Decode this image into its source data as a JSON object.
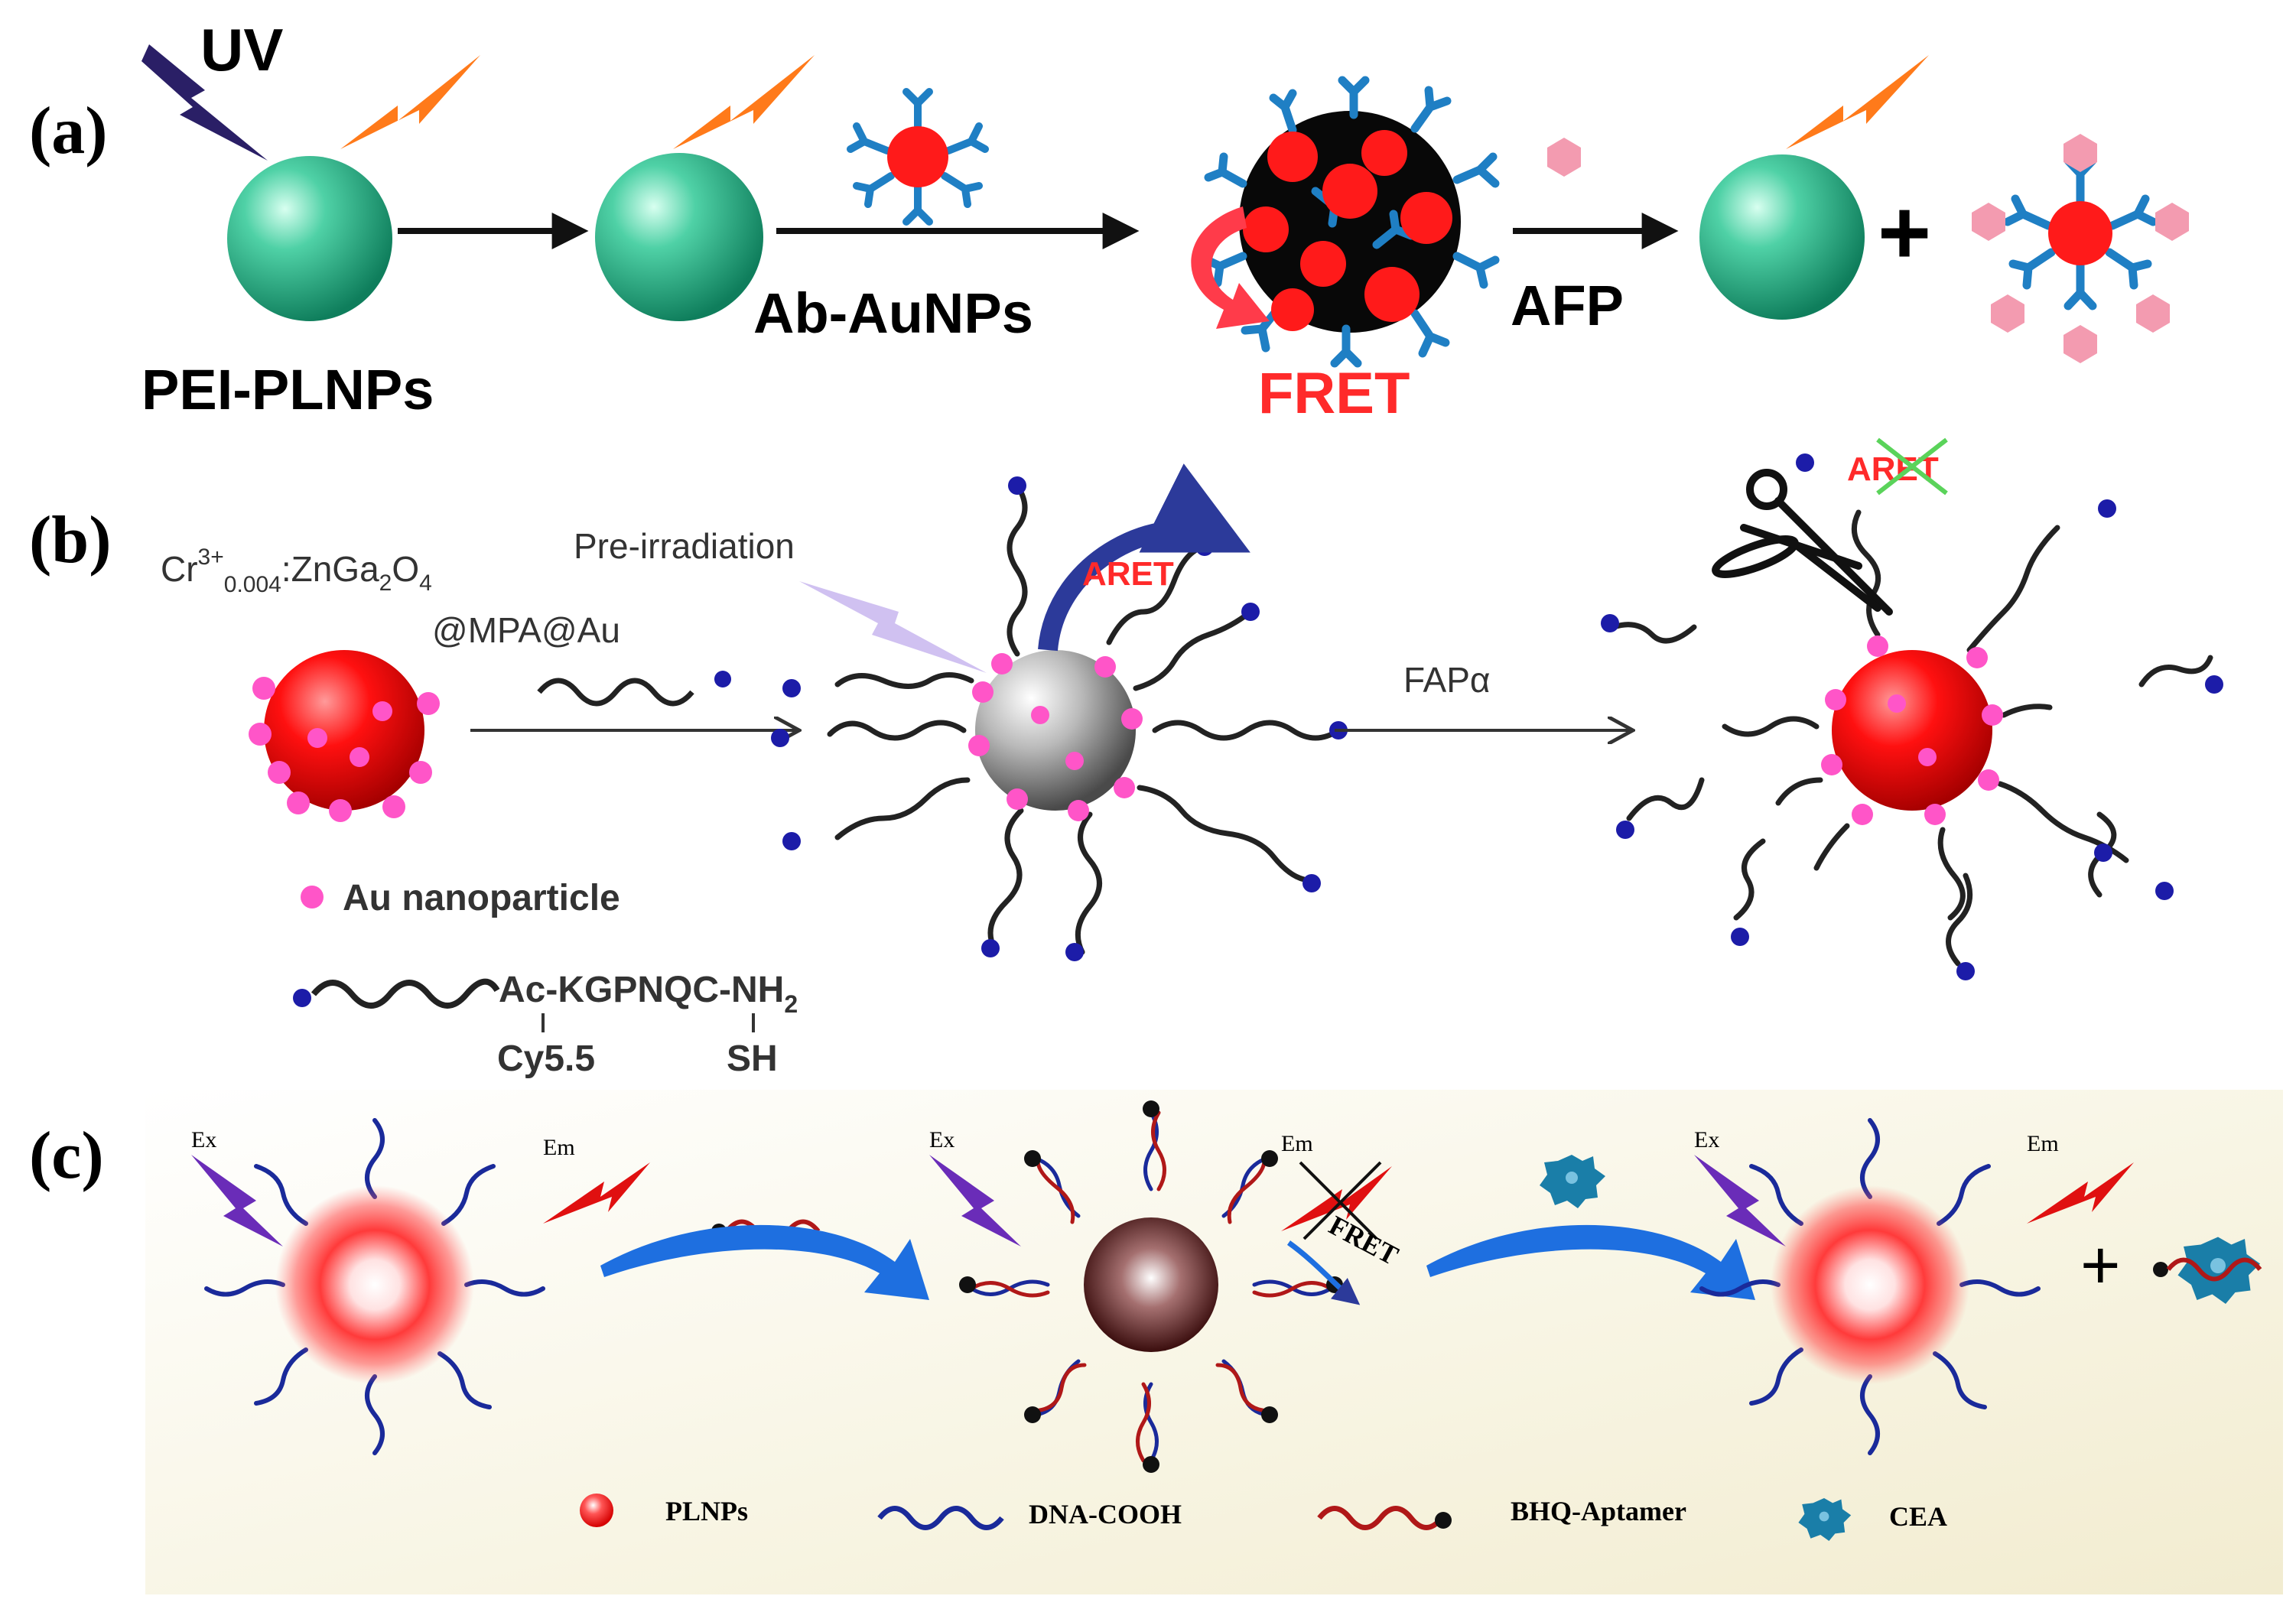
{
  "panels": {
    "a": {
      "label": "(a)",
      "uv": "UV",
      "pei_plnps": "PEI-PLNPs",
      "ab_aunps": "Ab-AuNPs",
      "fret": "FRET",
      "afp": "AFP",
      "plus": "+"
    },
    "b": {
      "label": "(b)",
      "formula_cr": "Cr",
      "formula_sup": "3+",
      "formula_sub": "0.004",
      "formula_rest": ":ZnGa",
      "formula_sub2": "2",
      "formula_o": "O",
      "formula_sub3": "4",
      "coating": "@MPA@Au",
      "pre_irradiation": "Pre-irradiation",
      "aret": "ARET",
      "aret_blocked": "ARET",
      "fapa": "FAPα",
      "legend_au": "Au nanoparticle",
      "legend_peptide": "Ac-KGPNQC-NH",
      "legend_peptide_sub": "2",
      "cy55": "Cy5.5",
      "sh": "SH"
    },
    "c": {
      "label": "(c)",
      "ex": "Ex",
      "em": "Em",
      "fret": "FRET",
      "plus": "+",
      "legend": [
        "PLNPs",
        "DNA-COOH",
        "BHQ-Aptamer",
        "CEA"
      ]
    }
  },
  "colors": {
    "green_particle": "#2fb38a",
    "red_particle": "#ff1a1a",
    "antibody_blue": "#1f7fc4",
    "afp_pink": "#f39bb0",
    "uv_bolt": "#2a1f66",
    "orange_bolt": "#ff7a1a",
    "arrow_blue": "#1e6fe0",
    "dna_blue": "#1a2a9a",
    "aptamer_red": "#b01818",
    "cea_teal": "#1a7ea8",
    "panel_c_bg": "#f7f3df"
  }
}
